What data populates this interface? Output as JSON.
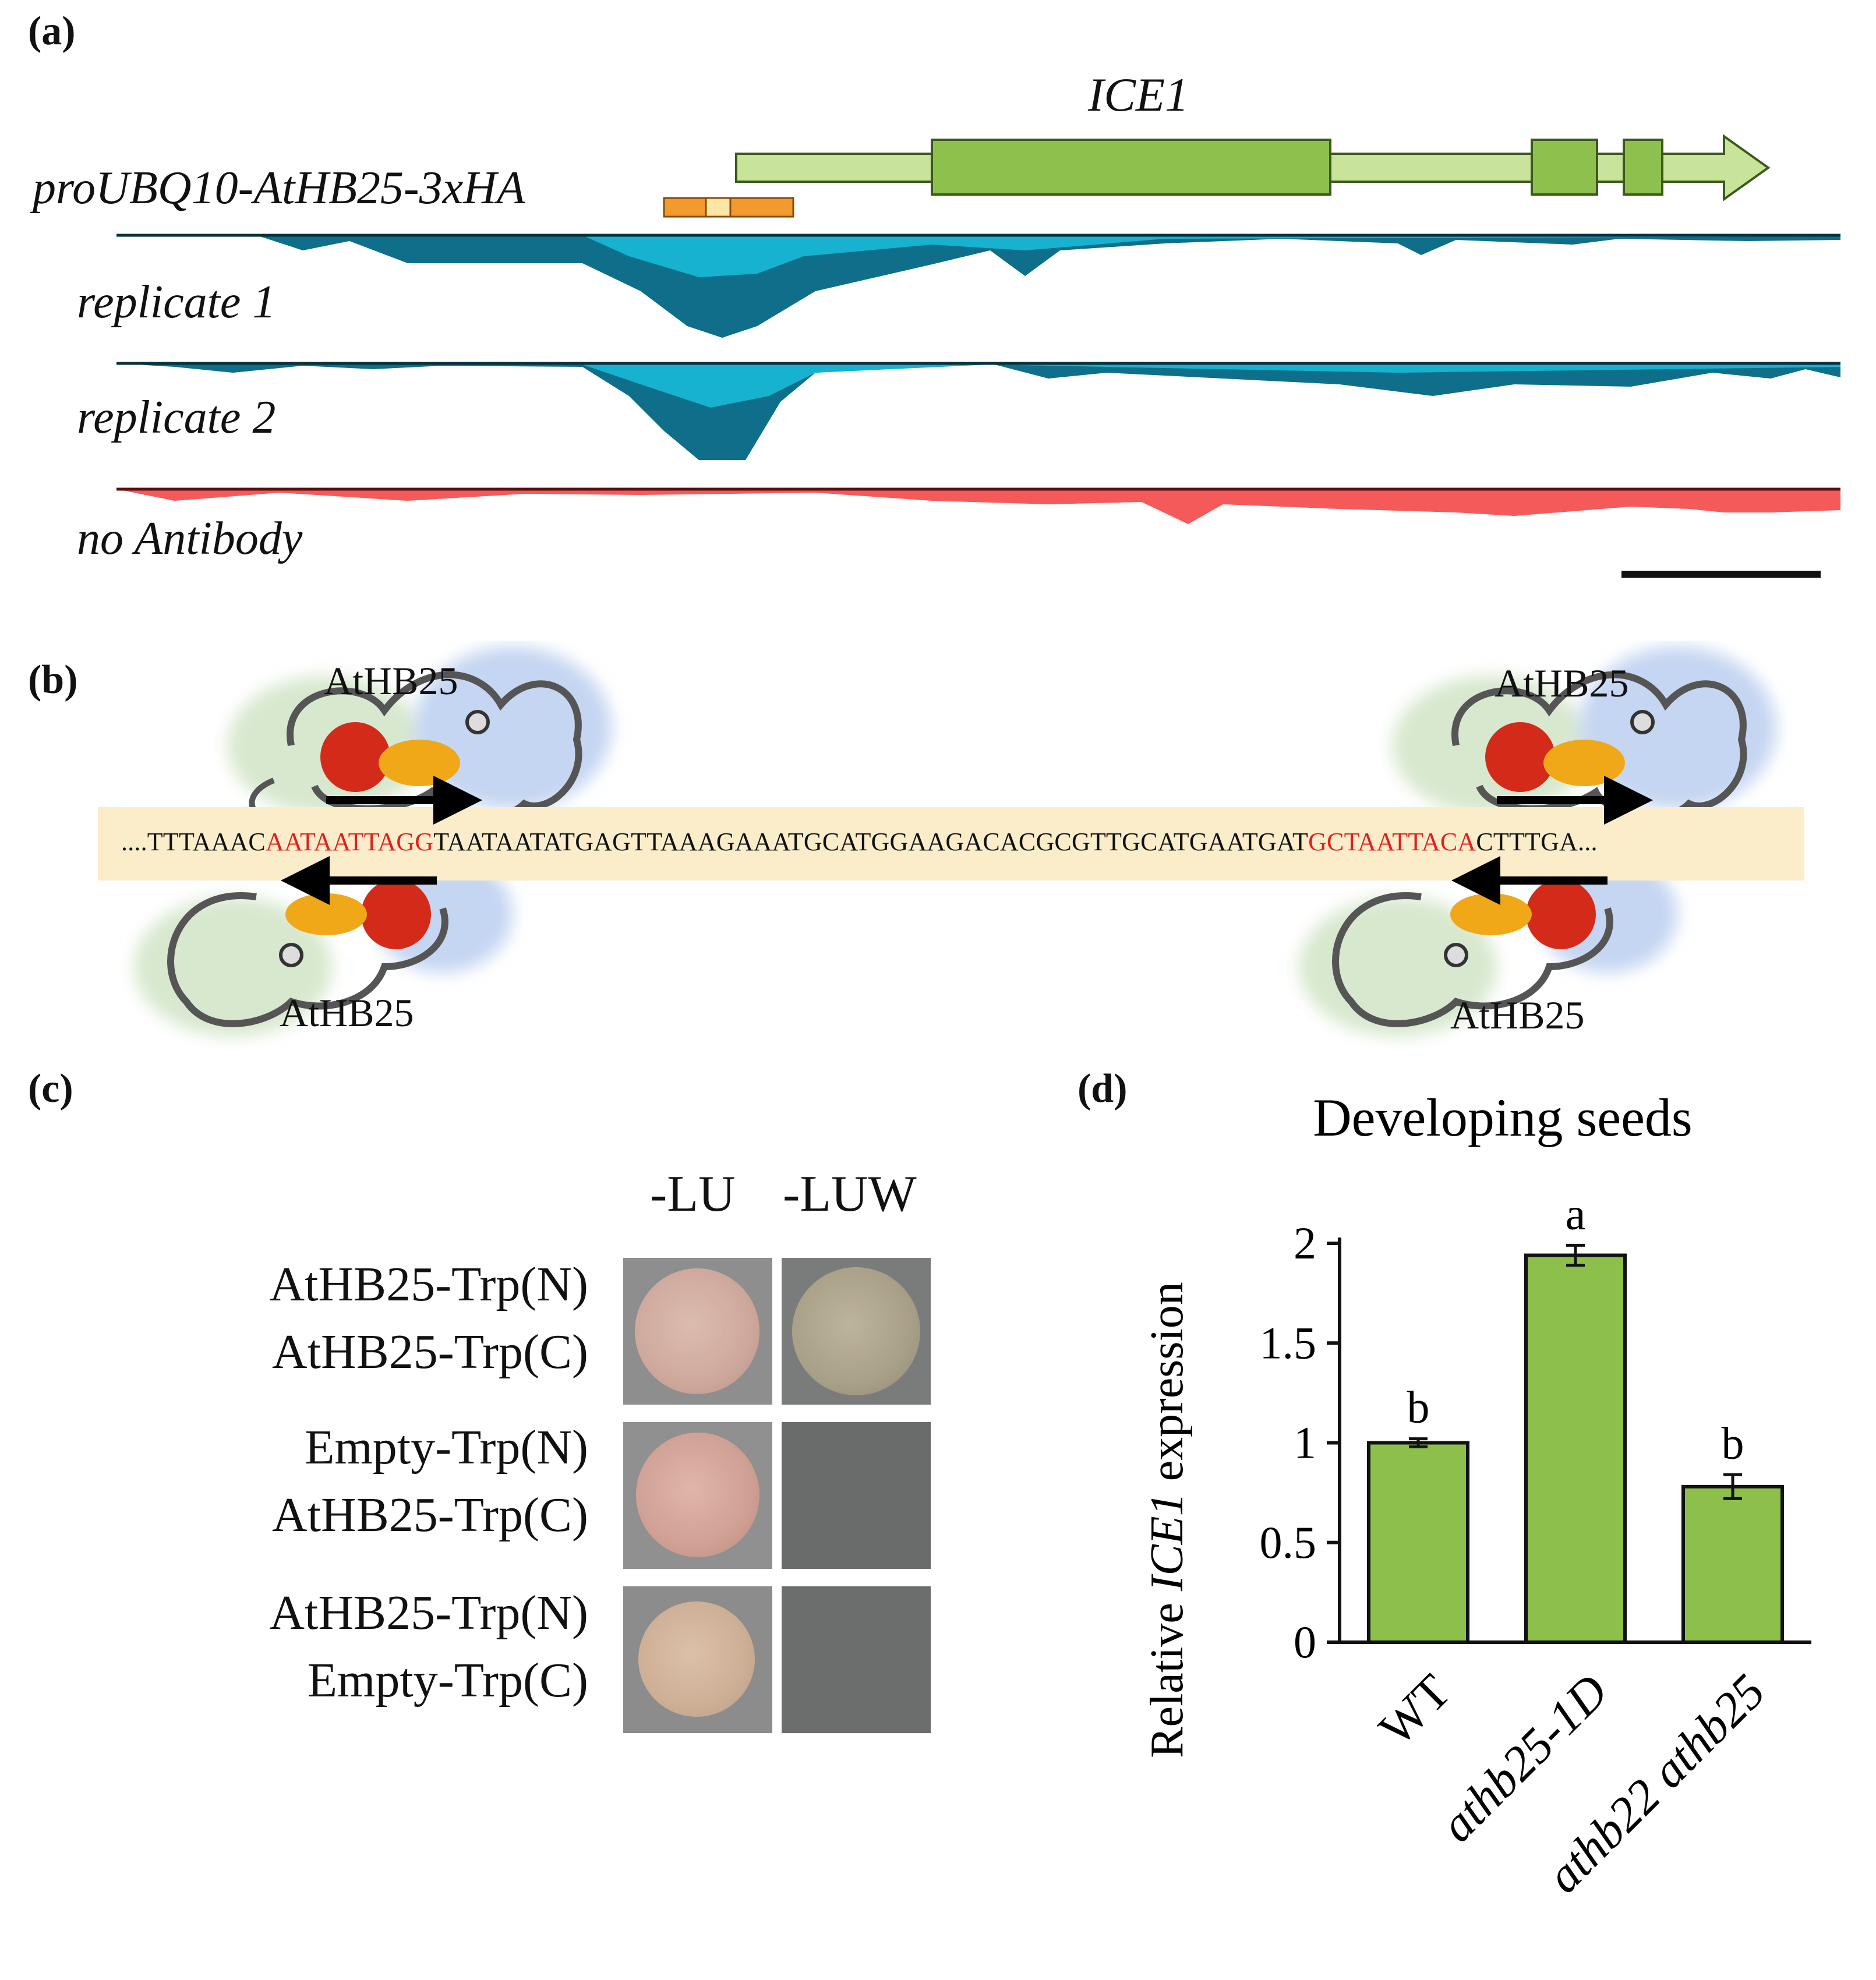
{
  "panels": {
    "a": {
      "label": "(a)",
      "gene_name": "ICE1",
      "construct_label": "proUBQ10-AtHB25-3xHA",
      "tracks": [
        "replicate 1",
        "replicate 2",
        "no Antibody"
      ],
      "colors": {
        "gene_utr": "#c8e39a",
        "gene_exon": "#8ec04d",
        "chip": "#0f6f8a",
        "chip_light": "#17b2cf",
        "control": "#f55a5a",
        "bindsite": "#f39a2e"
      }
    },
    "b": {
      "label": "(b)",
      "protein_labels": [
        "AtHB25",
        "AtHB25",
        "AtHB25",
        "AtHB25"
      ],
      "sequence": {
        "prefix": "....TTTAAAC",
        "motif1": "AATAATTAGG",
        "middle": "TAATAATATGAGTTAAAGAAATGCATGGAAGACACGCGTTGCATGAATGAT",
        "motif2": "GCTAATTACA",
        "suffix": "CTTTGA..."
      },
      "colors": {
        "motif": "#e02020",
        "highlight": "#fbedc9"
      }
    },
    "c": {
      "label": "(c)",
      "columns": [
        "-LU",
        "-LUW"
      ],
      "rows": [
        {
          "line1": "AtHB25-Trp(N)",
          "line2": "AtHB25-Trp(C)",
          "growth_LUW": "growth"
        },
        {
          "line1": "Empty-Trp(N)",
          "line2": "AtHB25-Trp(C)",
          "growth_LUW": "no growth"
        },
        {
          "line1": "AtHB25-Trp(N)",
          "line2": "Empty-Trp(C)",
          "growth_LUW": "no growth"
        }
      ]
    },
    "d": {
      "label": "(d)"
    }
  },
  "chart_data": {
    "type": "bar",
    "title": "Developing seeds",
    "ylabel_prefix": "Relative ",
    "ylabel_gene": "ICE1",
    "ylabel_suffix": " expression",
    "categories": [
      "WT",
      "athb25-1D",
      "athb22 athb25"
    ],
    "values": [
      1.0,
      1.94,
      0.78
    ],
    "errors": [
      0.02,
      0.05,
      0.06
    ],
    "significance": [
      "b",
      "a",
      "b"
    ],
    "ylim": [
      0,
      2
    ],
    "yticks": [
      "0",
      "0.5",
      "1",
      "1.5",
      "2"
    ],
    "bar_color": "#8dc04a"
  }
}
